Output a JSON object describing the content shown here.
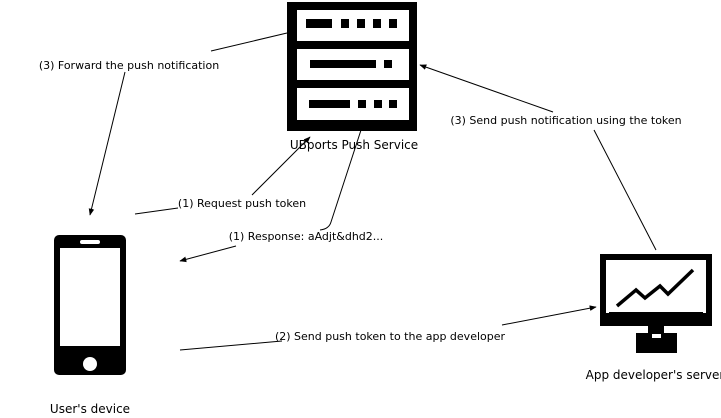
{
  "nodes": {
    "push_service": {
      "label": "UBports Push Service",
      "icon": "server-rack-icon"
    },
    "user_device": {
      "label": "User's device",
      "icon": "smartphone-icon"
    },
    "app_server": {
      "label": "App developer's server",
      "icon": "monitor-chart-icon"
    }
  },
  "edges": {
    "request_token": "(1) Request push token",
    "response": "(1) Response: aAdjt&dhd2...",
    "send_token": "(2) Send push token to the app developer",
    "send_notification": "(3) Send push notification using the token",
    "forward_notification": "(3) Forward the push notification"
  },
  "colors": {
    "stroke": "#000000",
    "background": "#ffffff"
  }
}
